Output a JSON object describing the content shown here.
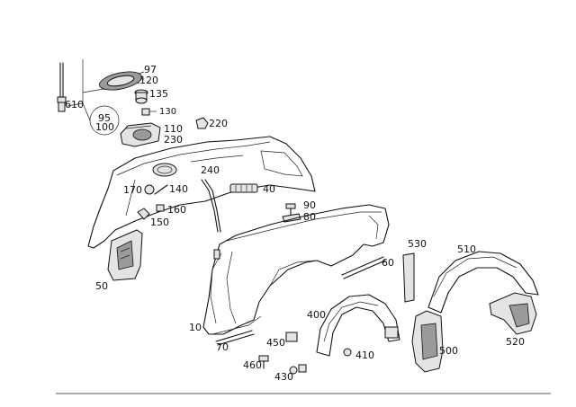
{
  "labels": {
    "l97": "97",
    "l120": "120",
    "l135": "135",
    "l130": "130",
    "l95": "95",
    "l100": "100",
    "l110": "110",
    "l230": "230",
    "l220": "220",
    "l610": "610",
    "l240": "240",
    "l170": "170",
    "l140": "140",
    "l40": "40",
    "l160": "160",
    "l150": "150",
    "l90": "90",
    "l80": "80",
    "l50": "50",
    "l530": "530",
    "l510": "510",
    "l60": "60",
    "l400": "400",
    "l10": "10",
    "l70": "70",
    "l450": "450",
    "l410": "410",
    "l460": "460",
    "l430": "430",
    "l500": "500",
    "l520": "520"
  }
}
